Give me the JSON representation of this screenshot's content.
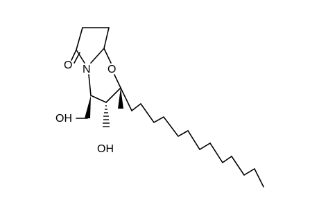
{
  "molecule": {
    "atom_labels": {
      "oxygen_carbonyl": "O",
      "nitrogen": "N",
      "oxygen_ring": "O",
      "hydroxyl_left": "OH",
      "hydroxyl_bottom": "OH"
    },
    "colors": {
      "bond": "#000000",
      "label": "#000000",
      "background": "#ffffff"
    }
  }
}
